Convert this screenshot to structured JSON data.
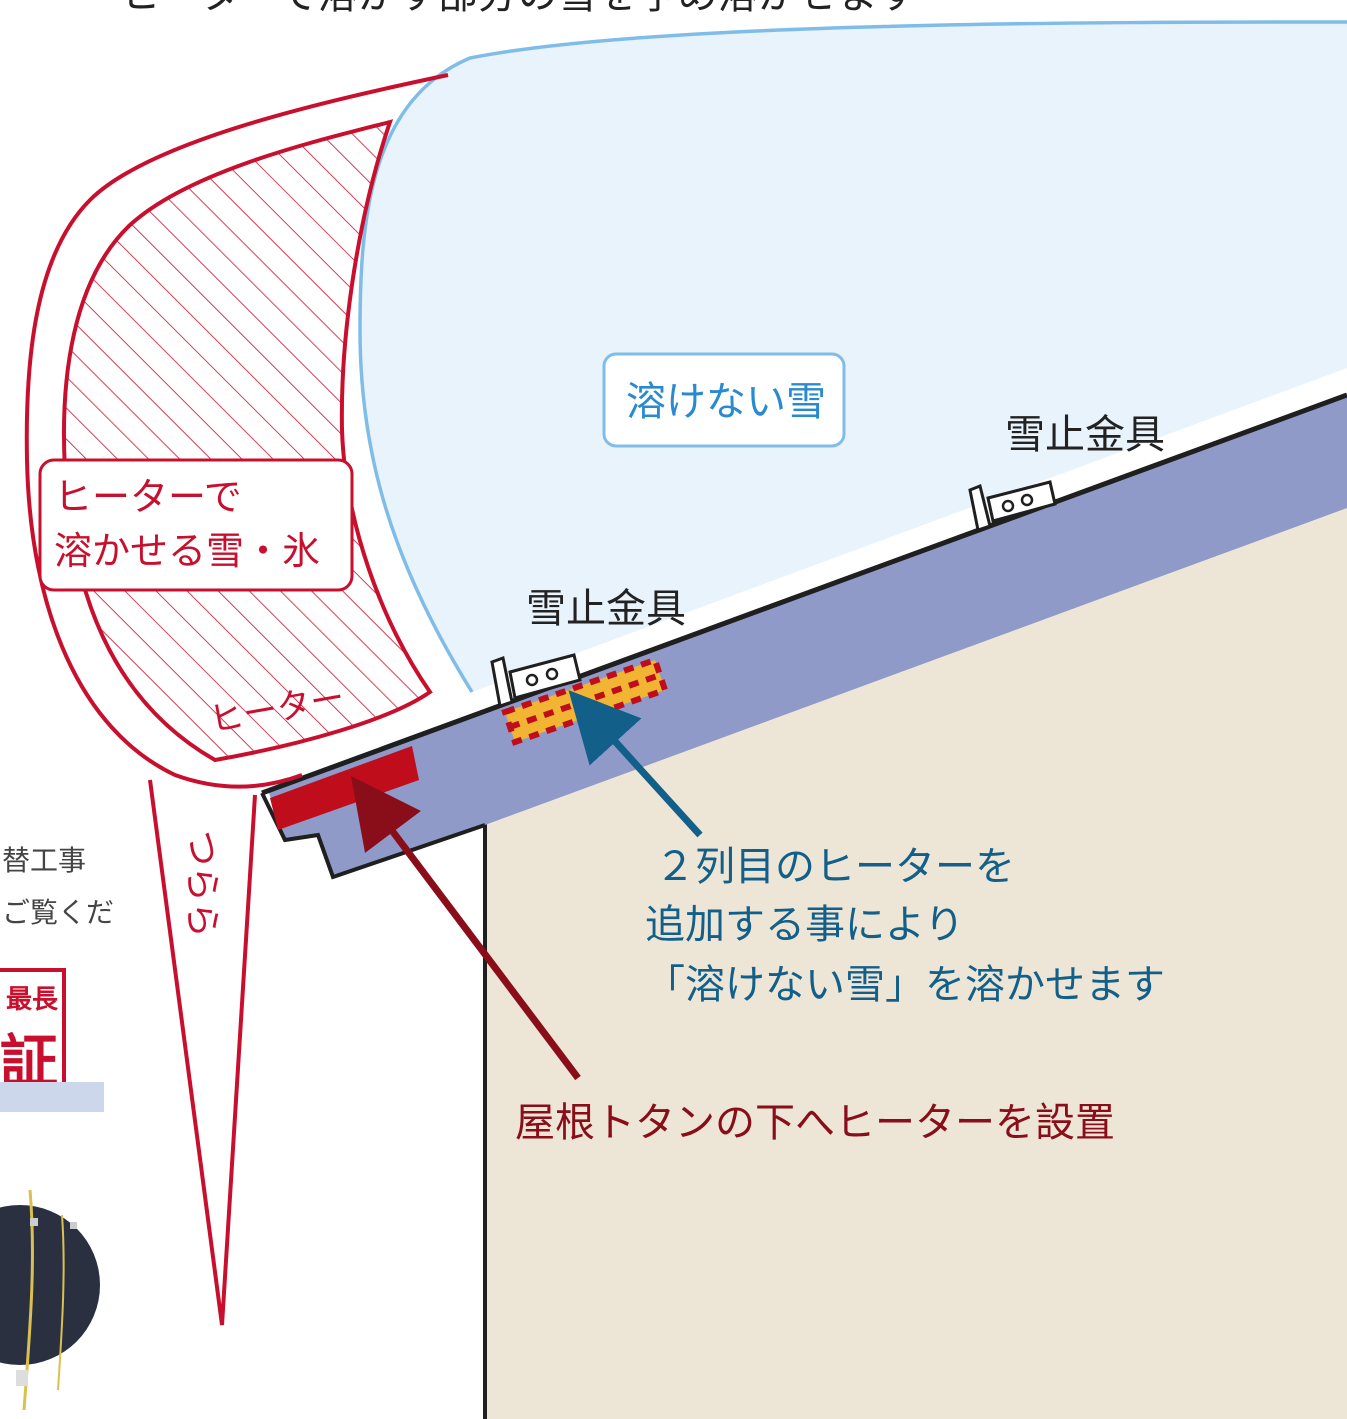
{
  "labels": {
    "top_caption": "ヒーターで溶かす部分の雪を予め溶かせます",
    "unmelted_snow": "溶けない雪",
    "melt_box_line1": "ヒーターで",
    "melt_box_line2": "溶かせる雪・氷",
    "heater": "ヒーター",
    "icicle": "つらら",
    "snow_guard_upper": "雪止金具",
    "snow_guard_lower": "雪止金具",
    "second_row_line1": "２列目のヒーターを",
    "second_row_line2": "追加する事により",
    "second_row_line3": "「溶けない雪」を溶かせます",
    "under_roof_heater": "屋根トタンの下へヒーターを設置",
    "side_text_1": "替工事",
    "side_text_2": "ご覧くだ",
    "side_badge_top": "最長",
    "side_badge_main": "証"
  },
  "colors": {
    "snow_fill": "#e9f3fc",
    "snow_outline": "#7fbde8",
    "roof_fill": "#8f9ac8",
    "wall_fill": "#ede6d6",
    "heat_red": "#c8102e",
    "heater_block": "#c00d1c",
    "heater_stripe_yellow": "#f2b533",
    "arrow_teal": "#125f8a",
    "arrow_maroon": "#8a0d1a"
  }
}
